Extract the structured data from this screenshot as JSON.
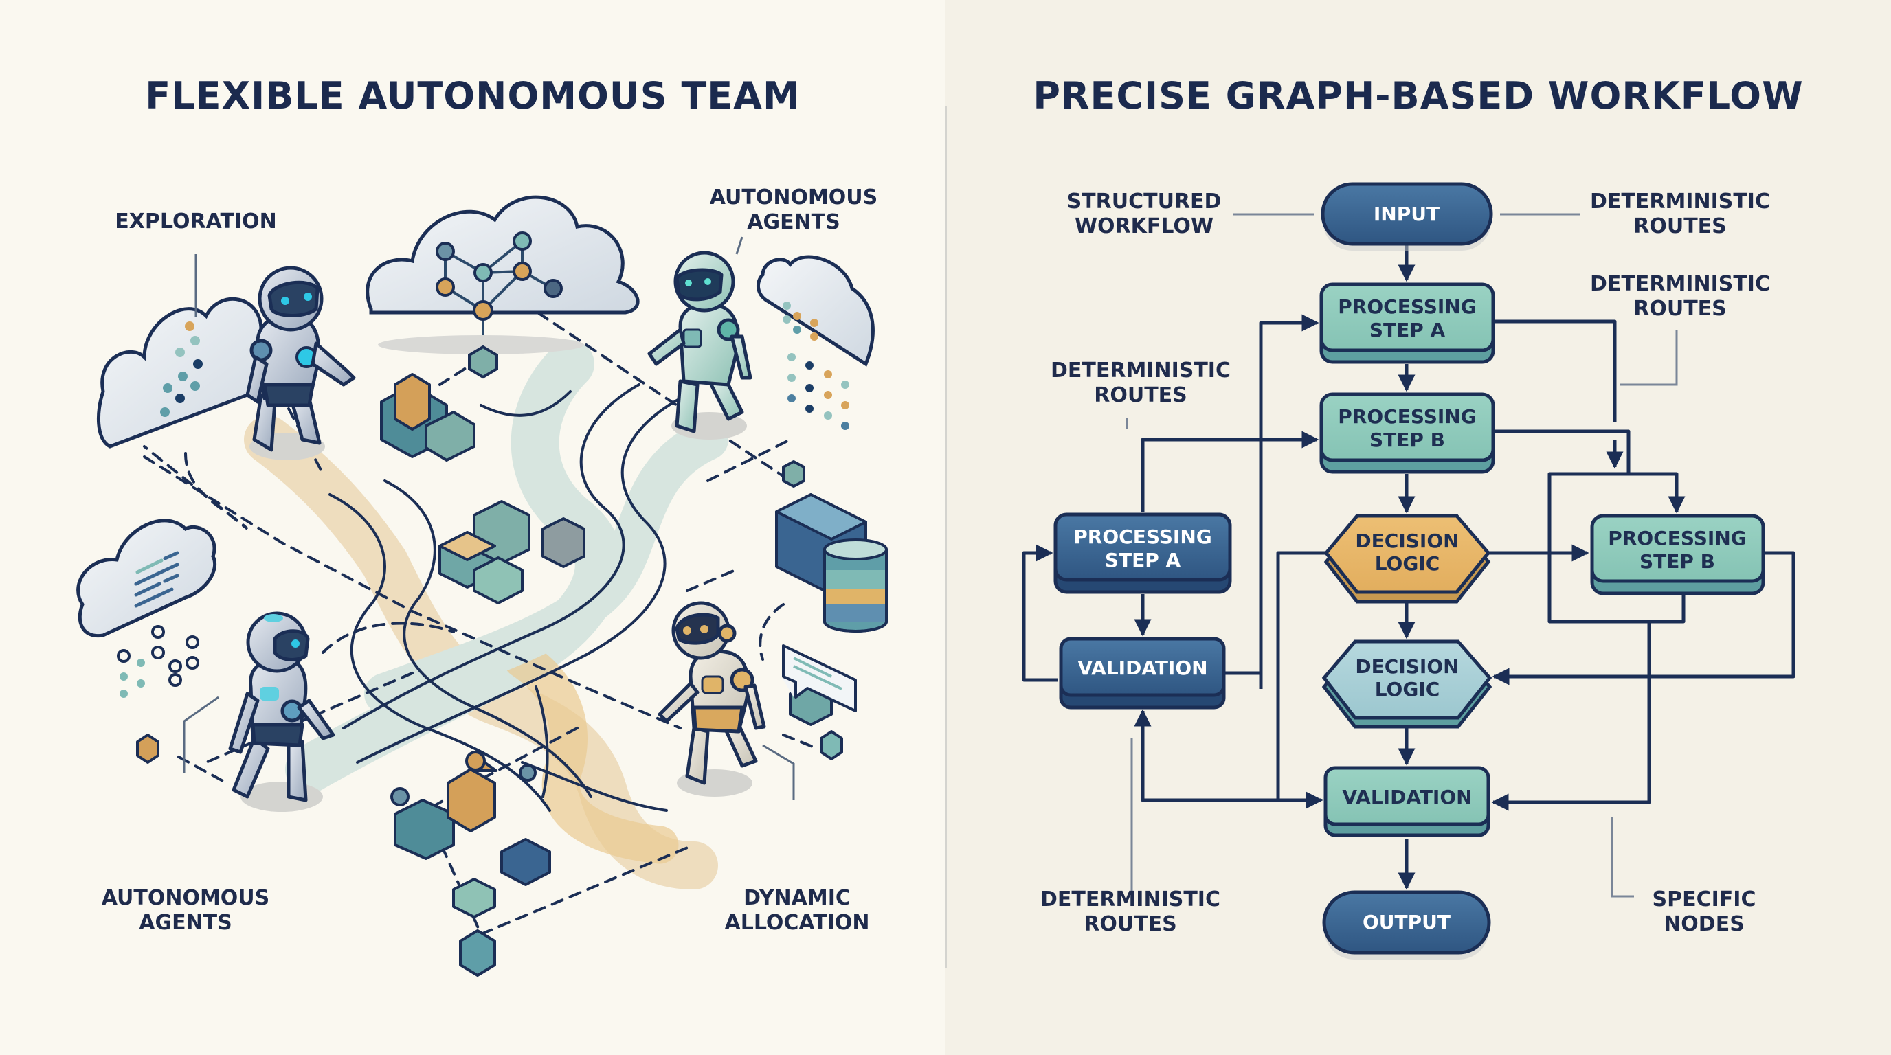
{
  "left_panel": {
    "title": "FLEXIBLE AUTONOMOUS TEAM",
    "labels": {
      "exploration": "EXPLORATION",
      "agents_top": "AUTONOMOUS\nAGENTS",
      "agents_bottom": "AUTONOMOUS\nAGENTS",
      "dynamic_allocation": "DYNAMIC\nALLOCATION"
    },
    "robots": [
      {
        "name": "robot-explorer",
        "theme": "gray-blue"
      },
      {
        "name": "robot-agent-teal",
        "theme": "teal"
      },
      {
        "name": "robot-walker",
        "theme": "gray-blue"
      },
      {
        "name": "robot-allocator",
        "theme": "orange"
      }
    ],
    "colors": {
      "navy": "#1B2E55",
      "teal": "#6FA7A6",
      "sand": "#E6C48A",
      "glow": "#2EC8E6"
    }
  },
  "right_panel": {
    "title": "PRECISE GRAPH-BASED WORKFLOW",
    "labels": {
      "structured_workflow": "STRUCTURED\nWORKFLOW",
      "routes_top_right": "DETERMINISTIC\nROUTES",
      "routes_right": "DETERMINISTIC\nROUTES",
      "routes_left": "DETERMINISTIC\nROUTES",
      "routes_bottom_left": "DETERMINISTIC\nROUTES",
      "specific_nodes": "SPECIFIC\nNODES"
    },
    "nodes": {
      "input": {
        "line1": "INPUT",
        "line2": ""
      },
      "proc_a": {
        "line1": "PROCESSING",
        "line2": "STEP A"
      },
      "proc_b": {
        "line1": "PROCESSING",
        "line2": "STEP B"
      },
      "decision_1": {
        "line1": "DECISION",
        "line2": "LOGIC"
      },
      "decision_2": {
        "line1": "DECISION",
        "line2": "LOGIC"
      },
      "validation": {
        "line1": "VALIDATION",
        "line2": ""
      },
      "output": {
        "line1": "OUTPUT",
        "line2": ""
      },
      "left_proc_a": {
        "line1": "PROCESSING",
        "line2": "STEP A"
      },
      "left_validation": {
        "line1": "VALIDATION",
        "line2": ""
      },
      "right_proc_b": {
        "line1": "PROCESSING",
        "line2": "STEP B"
      }
    },
    "colors": {
      "navy_node": "#3A6591",
      "teal_node": "#92CDBE",
      "orange_decision": "#E8B86B",
      "blue_decision": "#A9CFD6",
      "stroke": "#1B2E55"
    }
  }
}
